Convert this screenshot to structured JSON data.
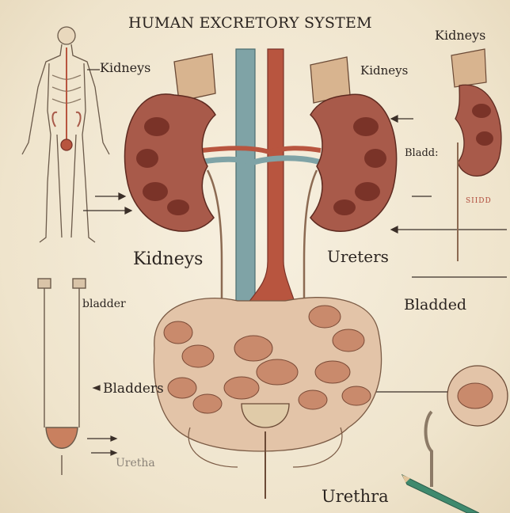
{
  "title": "HUMAN EXCRETORY SYSTEM",
  "labels": {
    "kidneys_top": "Kidneys",
    "kidneys_right": "Kidneys",
    "kidneys_far_right": "Kidneys",
    "bladd": "Bladd:",
    "stamp": "SIIDD",
    "kidneys_main": "Kidneys",
    "ureters": "Ureters",
    "bladded": "Bladded",
    "bladder_left": "bladder",
    "bladders": "Bladders",
    "uretha": "Uretha",
    "urethra": "Urethra"
  },
  "colors": {
    "paper": "#f2ead8",
    "ink": "#2b2420",
    "kidney": "#a85a4a",
    "kidney_inner": "#7a3328",
    "vessel_blue": "#7fa3a6",
    "vessel_red": "#b8553f",
    "intestine": "#c98a6c",
    "pencil": "#3f8a6e"
  }
}
